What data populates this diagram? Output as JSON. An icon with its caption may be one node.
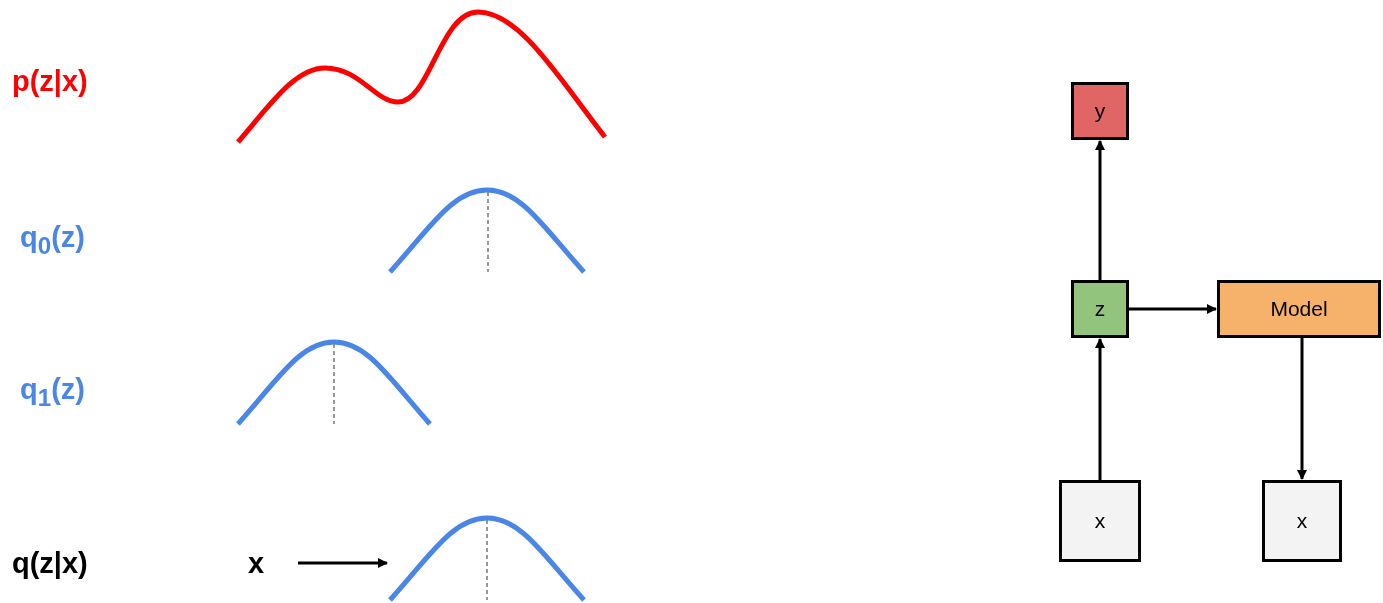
{
  "diagram": {
    "nodes": [
      {
        "text": [
          "x"
        ]
      },
      {
        "text": [],
        "shape": "picture"
      },
      {
        "text": [
          "y"
        ]
      },
      {
        "text": [
          "z"
        ]
      },
      {
        "text": [
          "Model"
        ]
      },
      {
        "text": [
          "x"
        ]
      },
      {
        "text": [
          "x"
        ]
      }
    ],
    "edges": [
      {
        "from": 0,
        "to": 1,
        "arrow": "to"
      },
      {
        "from": 3,
        "to": 2,
        "arrow": "to"
      },
      {
        "from": 5,
        "to": 3,
        "arrow": "to"
      },
      {
        "from": 3,
        "to": 4,
        "arrow": "to"
      },
      {
        "from": 4,
        "to": 6,
        "arrow": "to"
      }
    ],
    "labels": [
      "p(z|x)",
      "q$_{0}$(z)",
      "q$_{1}$(z)",
      "q(z|x)"
    ]
  }
}
